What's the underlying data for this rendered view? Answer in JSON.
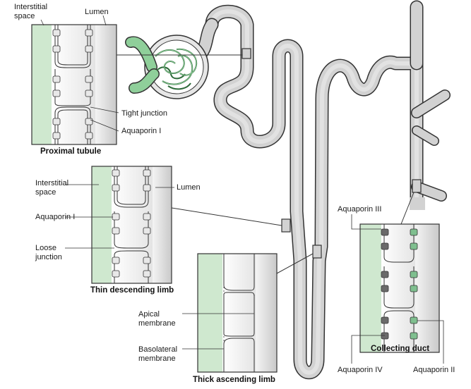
{
  "labels": {
    "pt_interstitial_1": "Interstitial",
    "pt_interstitial_2": "space",
    "pt_lumen": "Lumen",
    "pt_tight_junction": "Tight junction",
    "pt_aquaporin": "Aquaporin I",
    "tdl_interstitial_1": "Interstitial",
    "tdl_interstitial_2": "space",
    "tdl_lumen": "Lumen",
    "tdl_aquaporin": "Aquaporin I",
    "tdl_loose_1": "Loose",
    "tdl_loose_2": "junction",
    "tal_apical_1": "Apical",
    "tal_apical_2": "membrane",
    "tal_basolateral_1": "Basolateral",
    "tal_basolateral_2": "membrane",
    "cd_aquaporin3": "Aquaporin III",
    "cd_aquaporin4": "Aquaporin IV",
    "cd_aquaporin2": "Aquaporin II"
  },
  "titles": {
    "proximal_tubule": "Proximal tubule",
    "thin_descending_limb": "Thin descending limb",
    "thick_ascending_limb": "Thick ascending limb",
    "collecting_duct": "Collecting duct"
  },
  "colors": {
    "interstitium_green": "#cfe8cf",
    "tubule_gray": "#cfcfcf",
    "lumen_gray": "#e6e6e6",
    "outline": "#333333",
    "aquaporin_dark": "#6a6a6a",
    "aquaporin_green": "#7fbf8f"
  }
}
